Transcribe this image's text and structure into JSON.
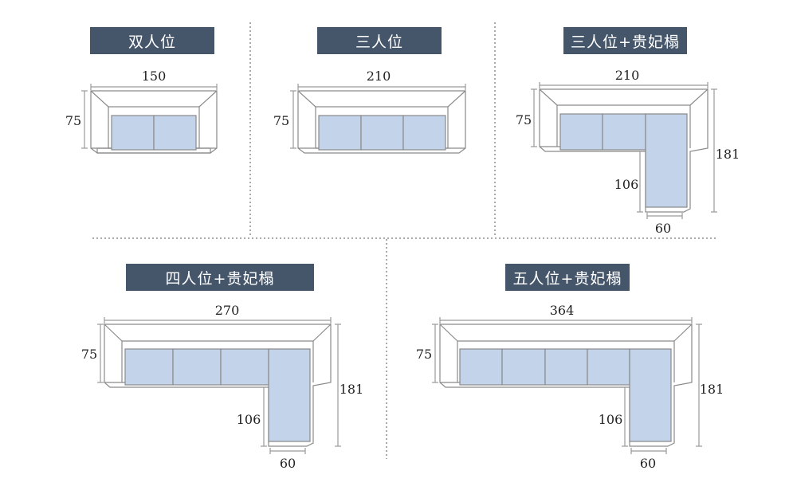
{
  "colors": {
    "label_bg": "#45566b",
    "label_text": "#ffffff",
    "cushion": "#c3d3ea",
    "outline": "#8a8a8a",
    "dim_line": "#9a9a9a"
  },
  "panels": [
    {
      "title": "双人位",
      "width": "150",
      "depth": "75"
    },
    {
      "title": "三人位",
      "width": "210",
      "depth": "75"
    },
    {
      "title": "三人位+贵妃榻",
      "width": "210",
      "depth": "75",
      "total_depth": "181",
      "chaise_length": "106",
      "chaise_width": "60"
    },
    {
      "title": "四人位+贵妃榻",
      "width": "270",
      "depth": "75",
      "total_depth": "181",
      "chaise_length": "106",
      "chaise_width": "60"
    },
    {
      "title": "五人位+贵妃榻",
      "width": "364",
      "depth": "75",
      "total_depth": "181",
      "chaise_length": "106",
      "chaise_width": "60"
    }
  ]
}
